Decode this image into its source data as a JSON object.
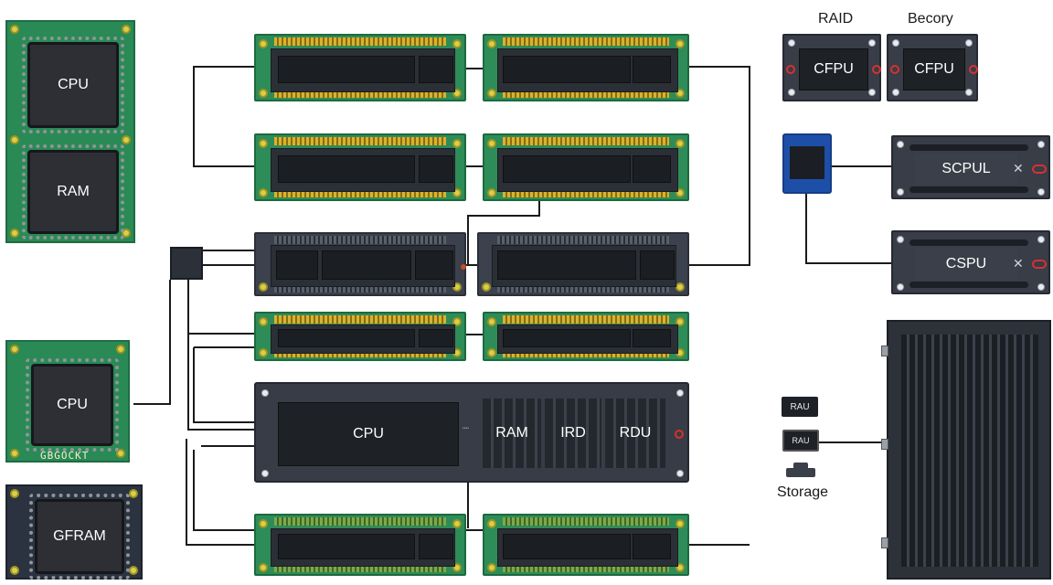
{
  "boards": {
    "left_top": {
      "chip1": "CPU",
      "chip2": "RAM"
    },
    "left_mid": {
      "chip": "CPU",
      "silk": "GBGOCKT"
    },
    "left_bottom": {
      "chip": "GFRAM"
    }
  },
  "main_unit": {
    "cpu": "CPU",
    "ram": "RAM",
    "ird": "IRD",
    "rdu": "RDU"
  },
  "top_right": {
    "label_left": "RAID",
    "label_right": "Becory",
    "box_left": "CFPU",
    "box_right": "CFPU"
  },
  "right_boxes": {
    "upper": "SCPUL",
    "lower": "CSPU"
  },
  "storage": {
    "tag1": "RAU",
    "tag2": "RAU",
    "caption": "Storage"
  }
}
